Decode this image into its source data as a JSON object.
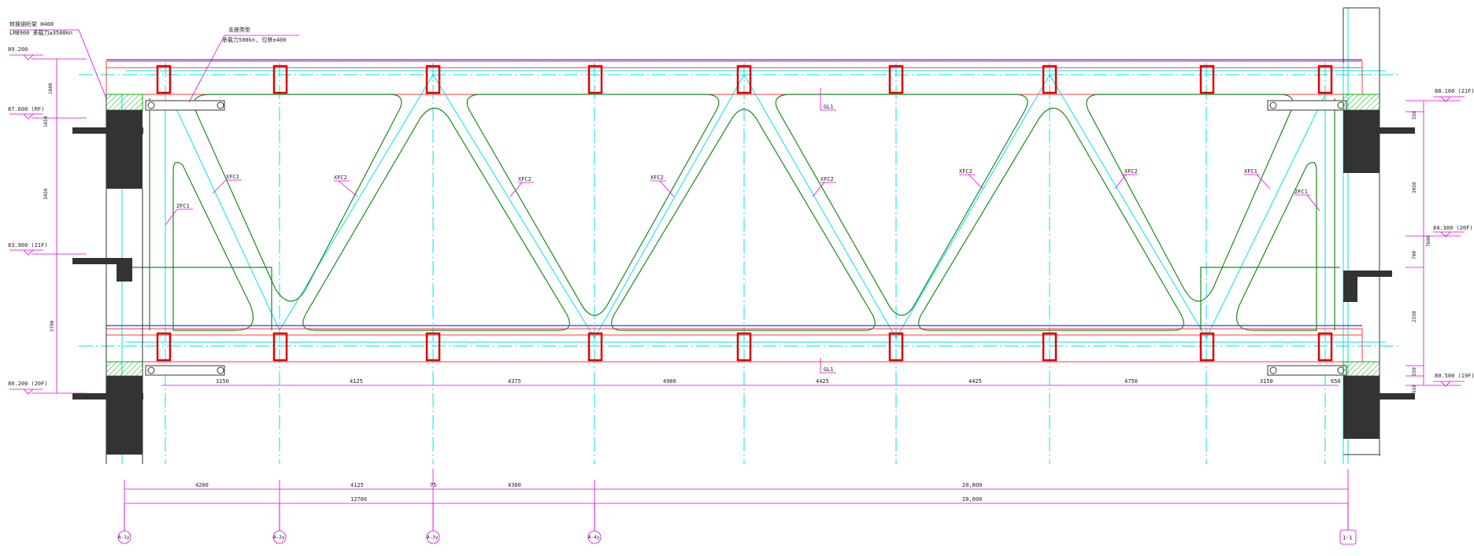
{
  "colors": {
    "background": "#ffffff",
    "grid": "#00e5e5",
    "chord": "#ff3b3b",
    "diagonal": "#1a8a1a",
    "member_box": "#e00000",
    "dimension": "#e000e0",
    "slab": "#333333",
    "hatch": "#00b000",
    "axis_blue": "#3333ff"
  },
  "notes": {
    "top_line1": "转换钢桁架 H400",
    "top_line2": "LRB900 承载力≥3500kn",
    "top_line3": "支座类型",
    "top_line4": "承载力500kn, 位移±400"
  },
  "levels_left": [
    {
      "text": "89.200"
    },
    {
      "text": "87.600  (RF)"
    },
    {
      "text": "83.900  (21F)"
    },
    {
      "text": "80.200  (20F)"
    }
  ],
  "levels_right": [
    {
      "text": "88.100  (21F)"
    },
    {
      "text": "84.300  (20F)"
    },
    {
      "text": "80.500  (19F)"
    }
  ],
  "left_vertical_dims": [
    "1600",
    "1650",
    "3450",
    "3700"
  ],
  "right_vertical_dims": [
    "550",
    "3050",
    "7600",
    "700",
    "2550",
    "550",
    "550"
  ],
  "member_labels": {
    "gl_top": "GL1",
    "gl_bottom": "GL1",
    "zfc_left": "ZFC1",
    "zfc_right": "ZFC1",
    "xfc1_left": "XFC1",
    "xfc2_a": "XFC2",
    "xfc2_b": "XFC2",
    "xfc2_c": "XFC2",
    "xfc2_d": "XFC2",
    "xfc2_e": "XFC2",
    "xfc2_f": "XFC2",
    "xfc1_right": "XFC1"
  },
  "inner_dims": [
    "3150",
    "4125",
    "4375",
    "4900",
    "4425",
    "4425",
    "4750",
    "3150",
    "650"
  ],
  "bottom_dims_row1": [
    "4200",
    "4125",
    "75",
    "4300",
    "20,800"
  ],
  "bottom_dims_row2": [
    "12700",
    "28,000"
  ],
  "axis_bubbles": [
    "A-1y",
    "A-2y",
    "A-3y",
    "A-4y"
  ],
  "section_mark": "1-1"
}
